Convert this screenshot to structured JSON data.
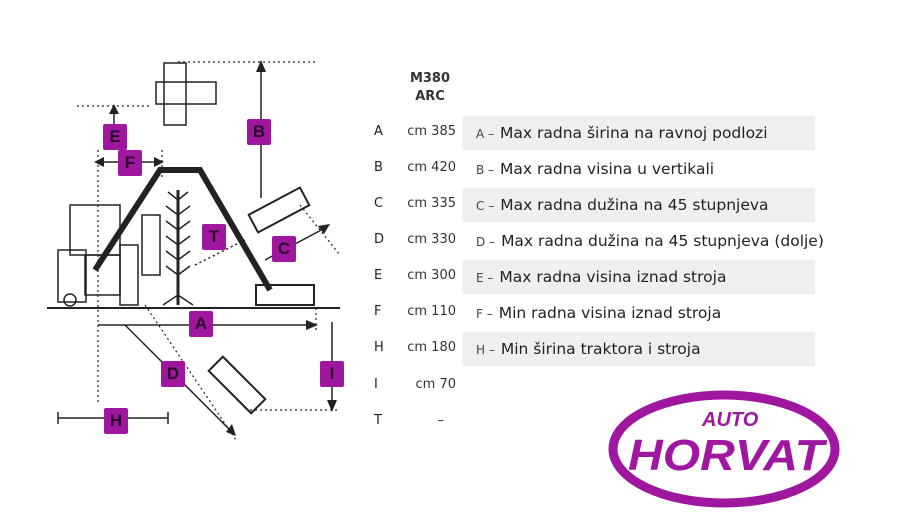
{
  "model": {
    "line1": "M380",
    "line2": "ARC"
  },
  "markers": {
    "A": "A",
    "B": "B",
    "C": "C",
    "D": "D",
    "E": "E",
    "F": "F",
    "T": "T",
    "I": "I",
    "H": "H"
  },
  "rows": [
    {
      "letter": "A",
      "value": "cm 385",
      "prefix": "A –",
      "desc": "Max radna širina na ravnoj podlozi"
    },
    {
      "letter": "B",
      "value": "cm 420",
      "prefix": "B –",
      "desc": "Max radna visina u vertikali"
    },
    {
      "letter": "C",
      "value": "cm 335",
      "prefix": "C –",
      "desc": "Max radna dužina na 45 stupnjeva"
    },
    {
      "letter": "D",
      "value": "cm 330",
      "prefix": "D –",
      "desc": "Max radna dužina na 45 stupnjeva (dolje)"
    },
    {
      "letter": "E",
      "value": "cm 300",
      "prefix": "E –",
      "desc": "Max radna visina iznad stroja"
    },
    {
      "letter": "F",
      "value": "cm 110",
      "prefix": "F –",
      "desc": "Min radna visina iznad stroja"
    },
    {
      "letter": "H",
      "value": "cm 180",
      "prefix": "H –",
      "desc": "Min širina traktora i stroja"
    },
    {
      "letter": "I",
      "value": "cm 70"
    },
    {
      "letter": "T",
      "value": "–"
    }
  ],
  "logo": {
    "top": "AUTO",
    "main": "HORVAT"
  },
  "colors": {
    "accent": "#a0179f",
    "shade": "#efefef"
  }
}
